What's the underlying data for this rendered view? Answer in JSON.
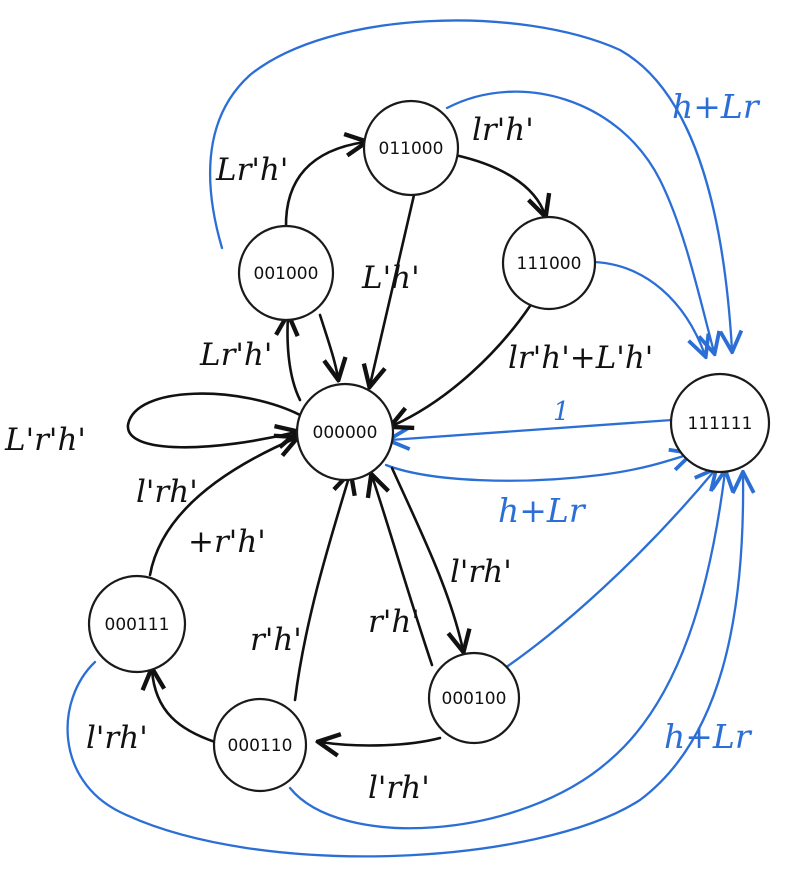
{
  "diagram": {
    "states": {
      "s000000": "000000",
      "s001000": "001000",
      "s011000": "011000",
      "s111000": "111000",
      "s111111": "111111",
      "s000111": "000111",
      "s000110": "000110",
      "s000100": "000100"
    },
    "labels": {
      "self_loop": "L'r'h'",
      "e_001000_to_011000": "Lr'h'",
      "e_011000_to_111000": "lr'h'",
      "e_011000_to_000000": "L'h'",
      "e_000000_to_001000": "Lr'h'",
      "e_111000_to_000000": "lr'h'+L'h'",
      "e_111111_to_000000": "1",
      "e_000000_to_111111": "h+Lr",
      "e_top_to_111111": "h+Lr",
      "e_bottom_to_111111": "h+Lr",
      "e_000111_to_000000_a": "l'rh'",
      "e_000111_to_000000_b": "+r'h'",
      "e_000110_to_000000": "r'h'",
      "e_000100_to_000000": "r'h'",
      "e_000000_to_000100": "l'rh'",
      "e_000110_to_000111": "l'rh'",
      "e_000100_to_000110": "l'rh'"
    },
    "colors": {
      "ink": "#111111",
      "blue": "#2b6fd6"
    }
  }
}
